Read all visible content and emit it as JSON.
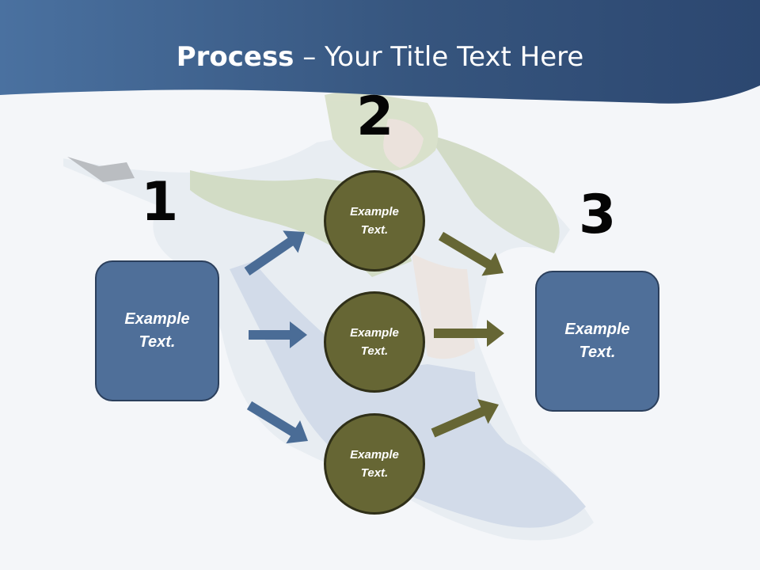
{
  "slide": {
    "title_bold": "Process",
    "title_rest": " – Your Title Text Here"
  },
  "steps": {
    "one": "1",
    "two": "2",
    "three": "3"
  },
  "left_box": {
    "text": "Example Text."
  },
  "right_box": {
    "text": "Example Text."
  },
  "circles": [
    {
      "text": "Example Text."
    },
    {
      "text": "Example Text."
    },
    {
      "text": "Example Text."
    }
  ],
  "colors": {
    "header": "#3f628b",
    "box_fill": "#4f6f99",
    "box_border": "#2b3f5c",
    "circle_fill": "#666634",
    "arrow_blue": "#4a6c96",
    "arrow_olive": "#666634"
  }
}
